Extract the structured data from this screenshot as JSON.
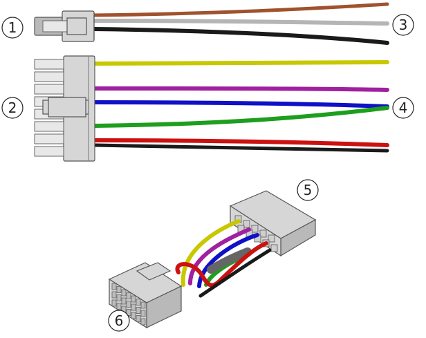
{
  "callouts": [
    {
      "id": "1",
      "label": "1"
    },
    {
      "id": "2",
      "label": "2"
    },
    {
      "id": "3",
      "label": "3"
    },
    {
      "id": "4",
      "label": "4"
    },
    {
      "id": "5",
      "label": "5"
    },
    {
      "id": "6",
      "label": "6"
    }
  ],
  "colors": {
    "brown": "#a0522d",
    "gray": "#b5b5b5",
    "black": "#1a1a1a",
    "yellow": "#c8c800",
    "purple": "#a020a0",
    "blue": "#1010c8",
    "green": "#1e9e1e",
    "red": "#cc1111"
  },
  "icons": {
    "connector_small": "small-2-pin-connector-icon",
    "connector_large": "large-multi-pin-connector-icon",
    "adapter": "wire-harness-adapter-icon"
  }
}
